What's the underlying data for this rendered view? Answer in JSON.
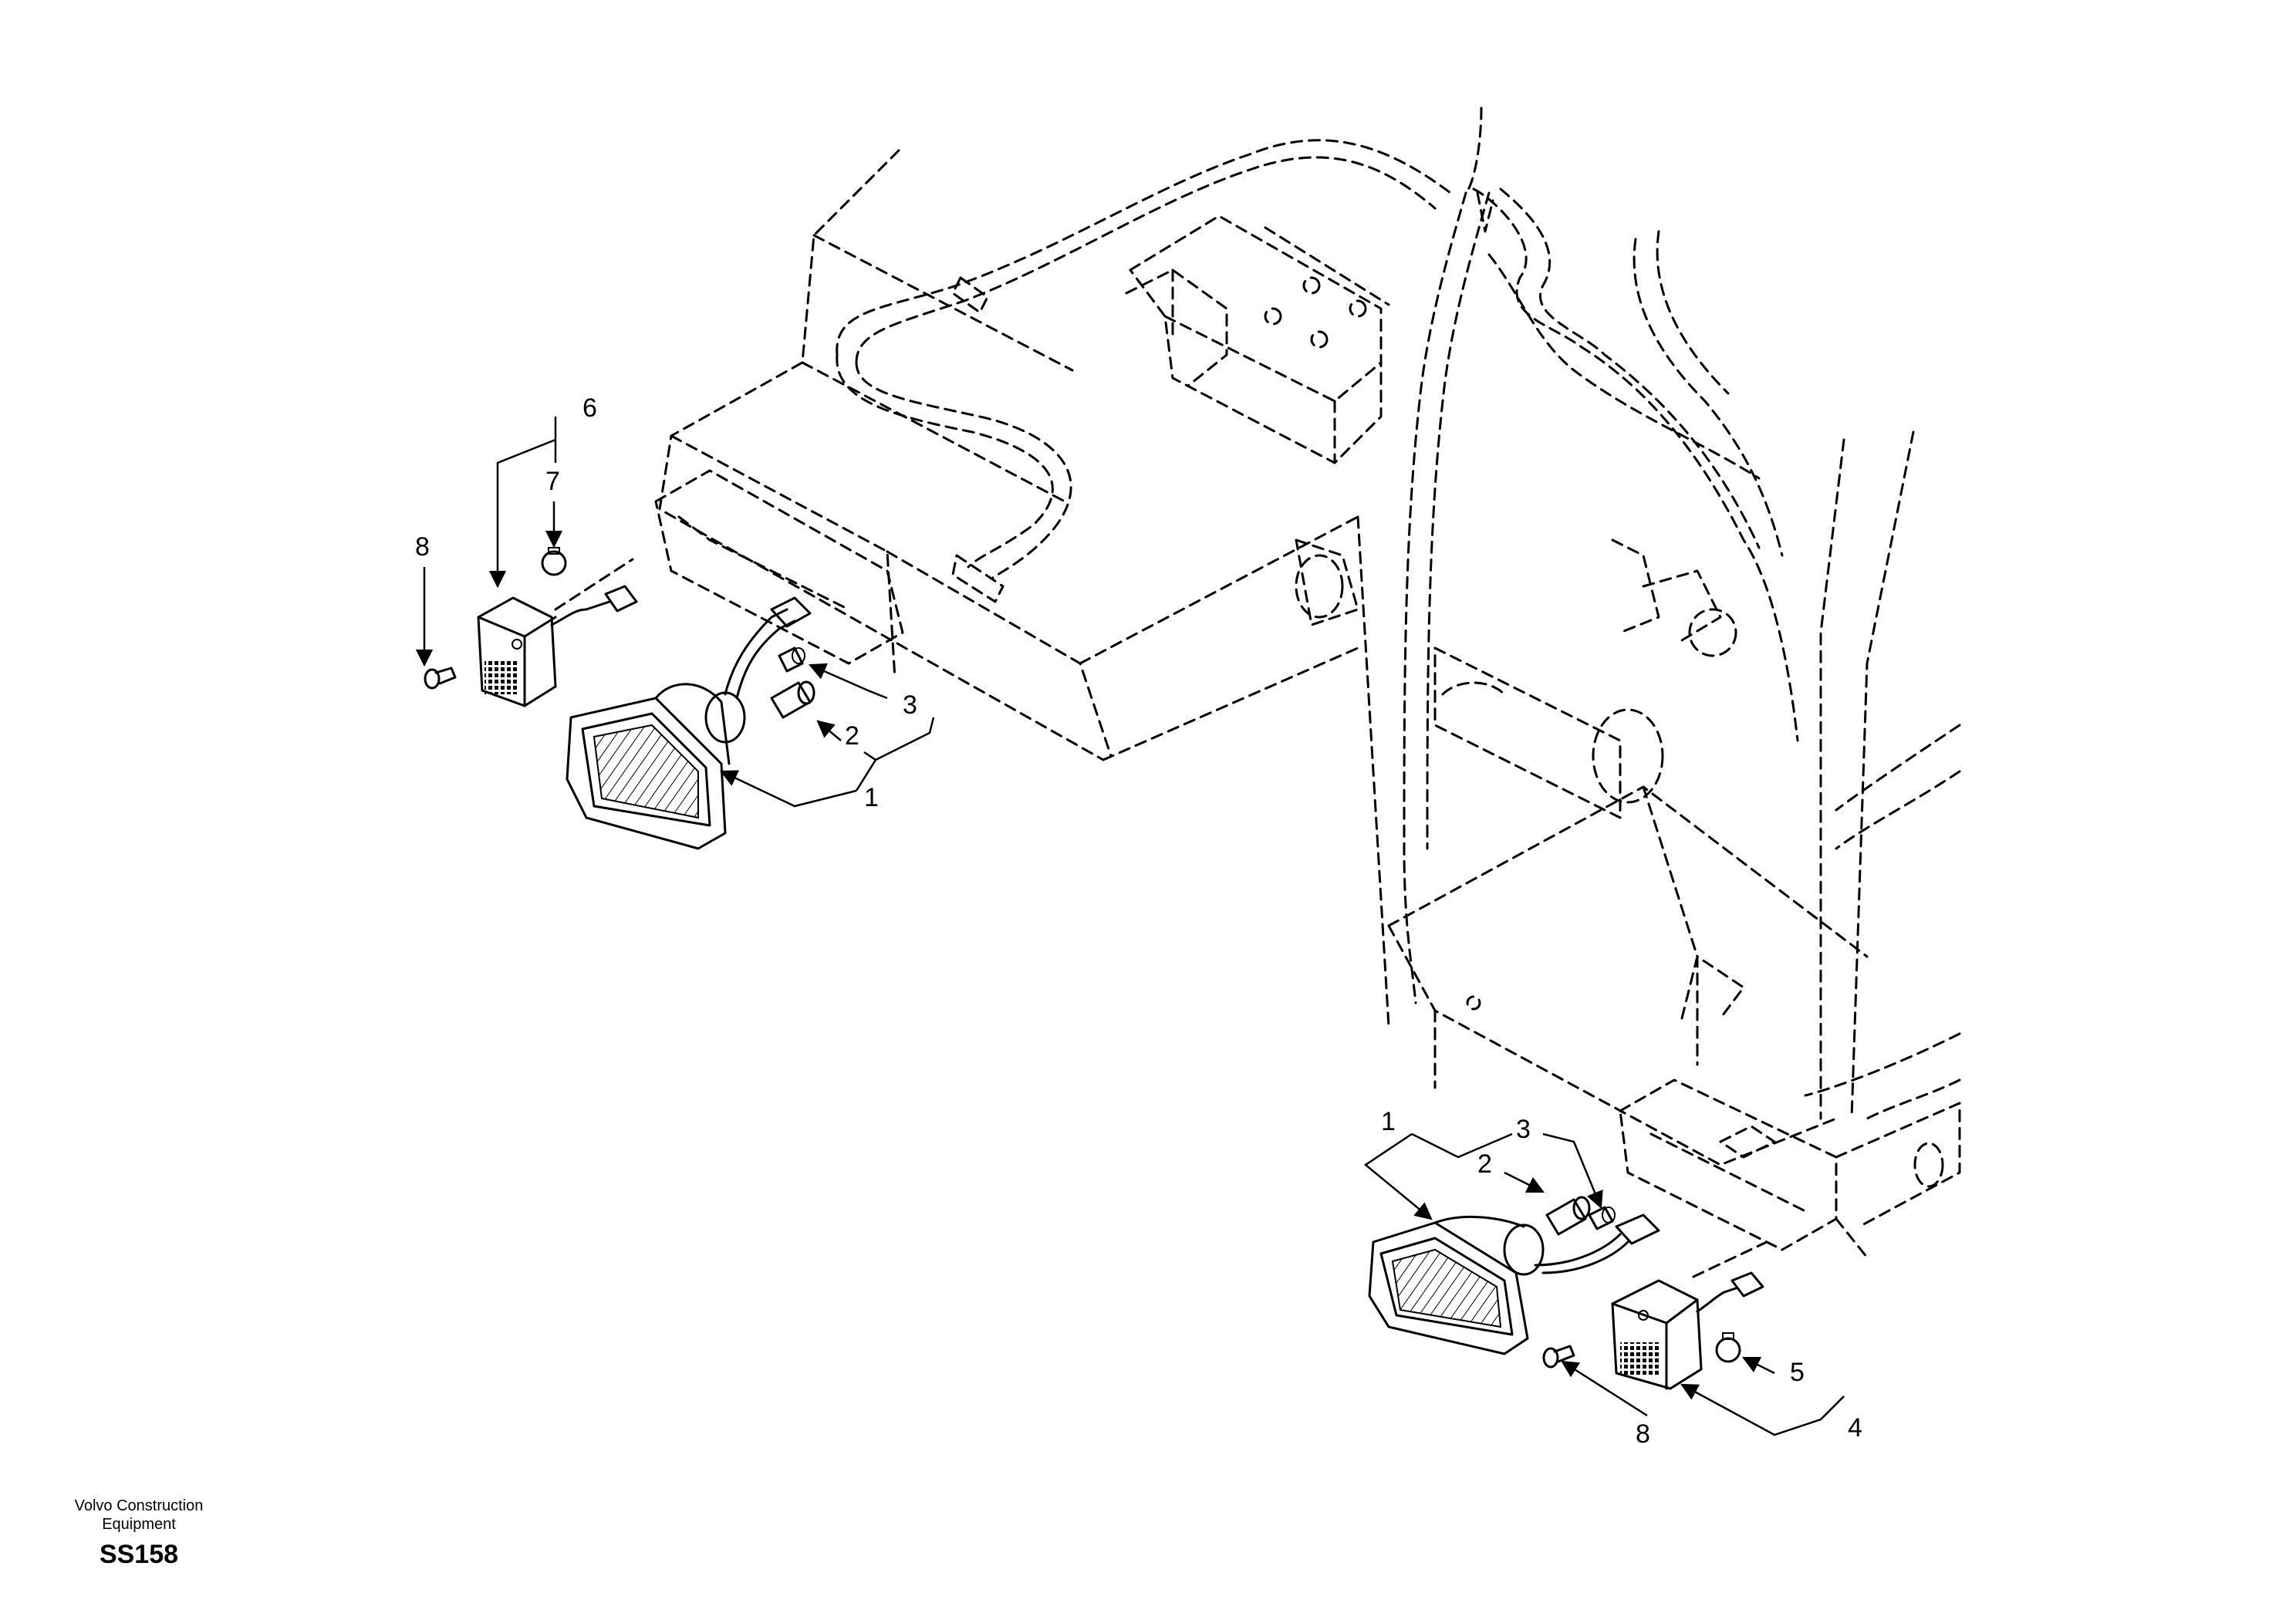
{
  "callouts": {
    "left": [
      "6",
      "7",
      "8",
      "3",
      "2",
      "1"
    ],
    "right": [
      "1",
      "2",
      "3",
      "5",
      "4",
      "8"
    ]
  },
  "footer": {
    "manufacturer": "Volvo Construction Equipment",
    "code": "SS158"
  }
}
